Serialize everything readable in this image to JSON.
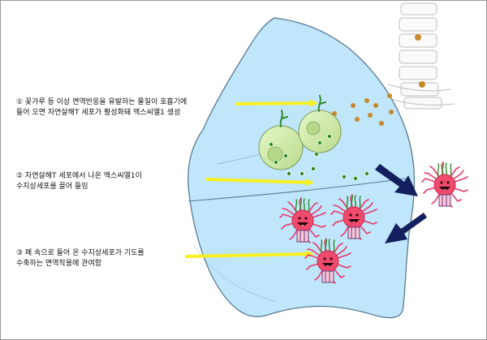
{
  "captions": [
    {
      "line1": "① 꽃가루 등 이상 면역반응을 유발하는 물질이 호흡기에",
      "line2": "들어 오면 자연살해T 세포가 활성화돼 엑스씨엘1 생성"
    },
    {
      "line1": "② 자연살해T 세포에서 나온 엑스씨엘1이",
      "line2": "수지상세포를 끌어 들임"
    },
    {
      "line1": "③ 폐 속으로 들어 온 수지상세포가 기도를",
      "line2": "수축하는 면역작용에 관여함"
    }
  ],
  "colors": {
    "lung_fill": "#bfe6fa",
    "lung_stroke": "#5a7a95",
    "pointer_arrow": "#f8f020",
    "flow_arrow": "#14205e",
    "t_cell": "#cfeaa8",
    "dot": "#2e8a22",
    "pollen": "#c8892c",
    "dendritic_cell": "#f04a6c",
    "dendritic_legs": "#e83a6a"
  },
  "icons": {
    "t_cell": "nkt-cell-icon",
    "dendritic_cell": "dendritic-cell-icon",
    "pollen": "pollen-particle-icon",
    "spine": "spine-icon",
    "chemokine": "chemokine-dot-icon"
  }
}
